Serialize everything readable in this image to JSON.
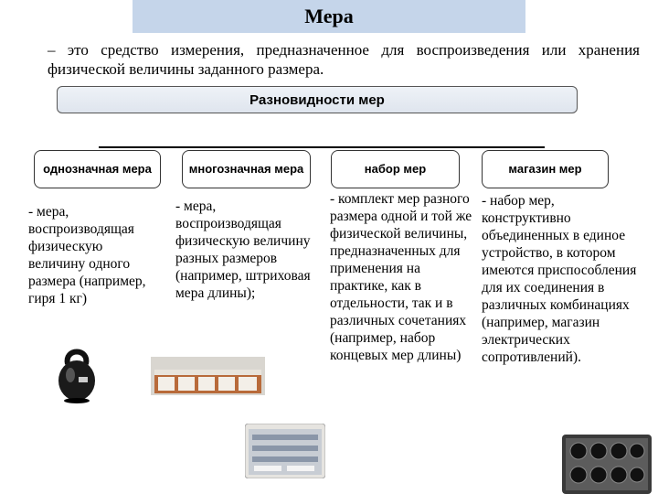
{
  "title": "Мера",
  "definition": "– это средство измерения, предназначенное для воспроизведения или хранения физической величины заданного размера.",
  "types_header": "Разновидности мер",
  "types": [
    {
      "name": "однозначная мера",
      "description": "- мера, воспроизводящая физическую величину одного размера (например, гиря 1 кг)",
      "image": "kettlebell-icon"
    },
    {
      "name": "многозначная мера",
      "description": "- мера, воспроизводящая физическую величину разных размеров (например, штриховая мера длины);",
      "image": "line-measure-icon"
    },
    {
      "name": "набор мер",
      "description": "- комплект мер разного размера одной и той же физической величины, предназначенных для применения на практике, как в отдельности, так и в различных сочетаниях (например, набор концевых мер длины)",
      "image": "gauge-block-set-icon"
    },
    {
      "name": "магазин мер",
      "description": "- набор мер, конструктивно объединенных в единое устройство, в котором имеются приспособления для их соединения в различных комбинациях (например, магазин электрических сопротивлений).",
      "image": "resistance-box-icon"
    }
  ],
  "colors": {
    "title_bg": "#c5d5ea",
    "header_bg": "#e6ebf2"
  }
}
